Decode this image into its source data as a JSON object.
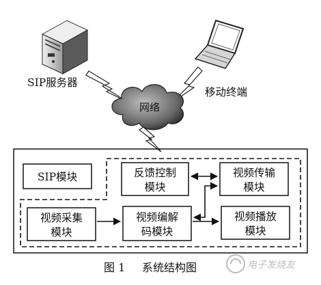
{
  "labels": {
    "sip_server": "SIP服务器",
    "network": "网络",
    "mobile_terminal": "移动终端",
    "caption_number": "图 1",
    "caption_title": "系统结构图",
    "watermark": "电子发烧友"
  },
  "modules": {
    "sip": "SIP模块",
    "feedback_line1": "反馈控制",
    "feedback_line2": "模块",
    "transmit_line1": "视频传输",
    "transmit_line2": "模块",
    "capture_line1": "视频采集",
    "capture_line2": "模块",
    "codec_line1": "视频编解",
    "codec_line2": "码模块",
    "playback_line1": "视频播放",
    "playback_line2": "模块"
  },
  "colors": {
    "stroke": "#111111",
    "cloud_dark": "#3a3a3a",
    "cloud_light": "#a8a8a8",
    "server_body": "#d9d9d9"
  }
}
